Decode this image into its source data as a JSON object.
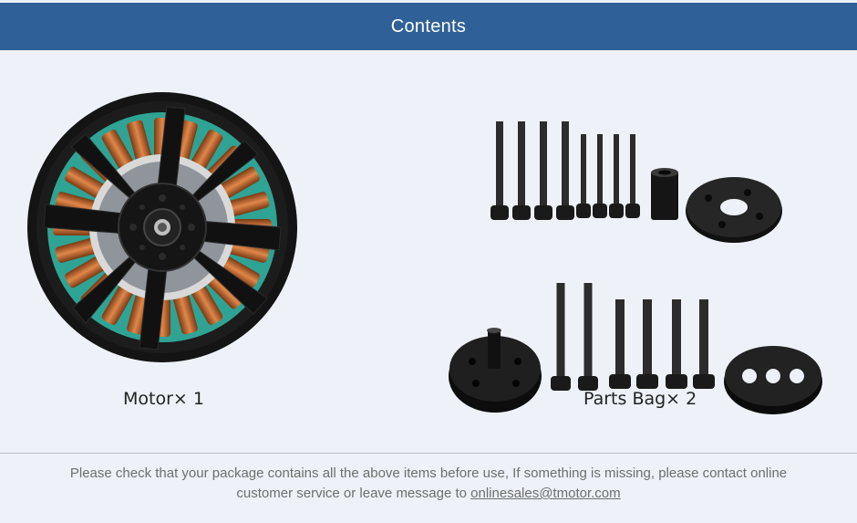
{
  "header": {
    "title": "Contents"
  },
  "items": [
    {
      "caption": "Motor× 1"
    },
    {
      "caption": "Parts Bag× 2"
    }
  ],
  "footer": {
    "line1": "Please check that your package contains all the above items before use, If something is missing, please contact online",
    "line2_prefix": "customer service or leave message to ",
    "email": "onlinesales@tmotor.com"
  },
  "colors": {
    "header_bg": "#2f6198",
    "page_bg": "#eef2f8",
    "coil": "#b8632a",
    "insulation": "#2fa394"
  },
  "icons": [
    "motor-image",
    "parts-bag-image"
  ]
}
